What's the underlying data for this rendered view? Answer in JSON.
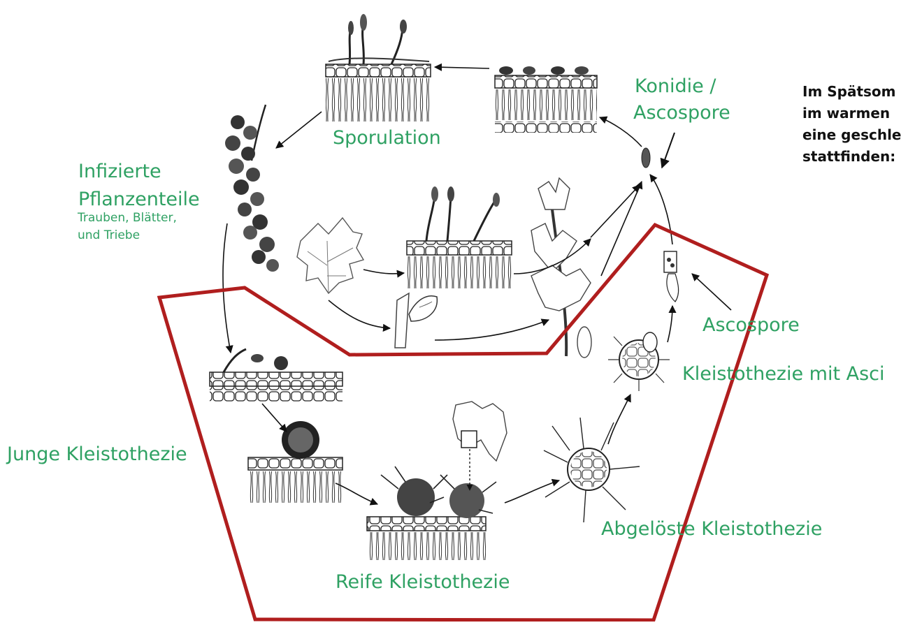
{
  "colors": {
    "label_green": "#2fa163",
    "highlight_red": "#b01e1e",
    "ink": "#111111"
  },
  "labels": {
    "sporulation": "Sporulation",
    "konidie_line1": "Konidie /",
    "konidie_line2": "Ascospore",
    "infizierte_line1": "Infizierte",
    "infizierte_line2": "Pflanzenteile",
    "infizierte_sub1": "Trauben, Blätter,",
    "infizierte_sub2": "und Triebe",
    "ascospore": "Ascospore",
    "kleisto_asci": "Kleistothezie mit Asci",
    "junge": "Junge Kleistothezie",
    "abgeloeste": "Abgelöste Kleistothezie",
    "reife": "Reife Kleistothezie"
  },
  "side_text": {
    "line1": "Im Spätsom",
    "line2": "im warmen",
    "line3": "eine geschle",
    "line4": "stattfinden:"
  },
  "icons": {
    "sporulation": "leaf-cross-section-with-conidiophores-icon",
    "conidia": "leaf-cross-section-with-conidia-icon",
    "infected_grapes": "infected-grape-cluster-icon",
    "leaf": "grape-leaf-icon",
    "germinating": "leaf-cross-section-germinating-icon",
    "bud": "infected-bud-icon",
    "shoot": "grape-shoot-icon",
    "spore": "spore-icon",
    "ascus": "ascus-icon",
    "cleisto_asci": "cleistothecium-with-asci-icon",
    "young": "young-cleistothecium-icon",
    "mature": "mature-cleistothecia-icon",
    "detached": "detached-cleistothecium-icon",
    "leaf_detail": "leaf-detail-icon"
  }
}
